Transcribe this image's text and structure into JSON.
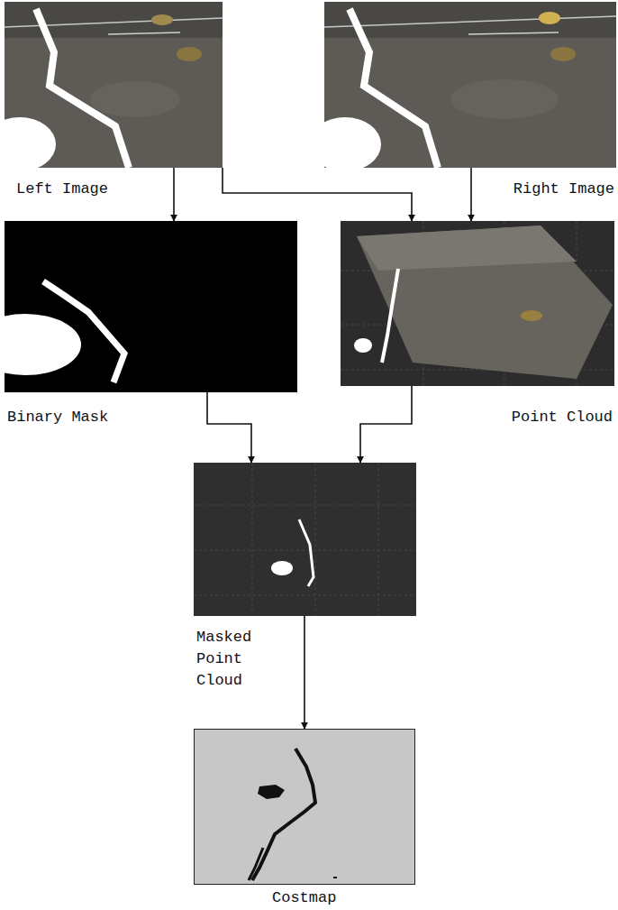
{
  "diagram": {
    "nodes": [
      {
        "text": [
          "Left Image"
        ]
      },
      {
        "text": [
          "Right Image"
        ]
      },
      {
        "text": [
          "Binary Mask"
        ]
      },
      {
        "text": [
          "Point Cloud"
        ]
      },
      {
        "text": [
          "Masked Point Cloud"
        ]
      },
      {
        "text": [
          "Costmap"
        ]
      }
    ],
    "edges": [
      {
        "from": 0,
        "to": 2,
        "arrow": "to"
      },
      {
        "from": 0,
        "to": 3,
        "arrow": "to"
      },
      {
        "from": 1,
        "to": 3,
        "arrow": "to"
      },
      {
        "from": 2,
        "to": 4,
        "arrow": "to"
      },
      {
        "from": 3,
        "to": 4,
        "arrow": "to"
      },
      {
        "from": 4,
        "to": 5,
        "arrow": "to"
      }
    ]
  }
}
